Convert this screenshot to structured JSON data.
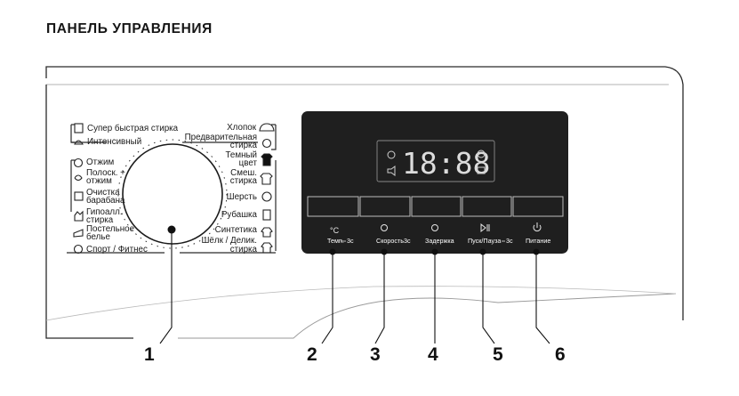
{
  "heading": "ПАНЕЛЬ УПРАВЛЕНИЯ",
  "display": {
    "digits": "18:88"
  },
  "programs_left": [
    {
      "text": "Супер быстрая стирка",
      "icon": "super-fast-icon"
    },
    {
      "text": "Интенсивный",
      "icon": "intensive-icon"
    },
    {
      "text": "Отжим",
      "icon": "spin-icon"
    },
    {
      "text": "Полоск. +",
      "icon": "rinse-icon"
    },
    {
      "text": "отжим",
      "icon": ""
    },
    {
      "text": "Очистка",
      "icon": "drum-clean-icon"
    },
    {
      "text": "барабана",
      "icon": ""
    },
    {
      "text": "Гипоалл.",
      "icon": "hypoallergenic-icon"
    },
    {
      "text": "стирка",
      "icon": ""
    },
    {
      "text": "Постельное",
      "icon": "bedding-icon"
    },
    {
      "text": "белье",
      "icon": ""
    },
    {
      "text": "Спорт / Фитнес",
      "icon": "sport-icon"
    }
  ],
  "programs_right": [
    {
      "text": "Хлопок",
      "icon": "cotton-icon"
    },
    {
      "text": "Предварительная",
      "icon": "prewash-icon"
    },
    {
      "text": "стирка",
      "icon": ""
    },
    {
      "text": "Темный",
      "icon": "dark-clothes-icon"
    },
    {
      "text": "цвет",
      "icon": ""
    },
    {
      "text": "Смеш.",
      "icon": "mixed-icon"
    },
    {
      "text": "стирка",
      "icon": ""
    },
    {
      "text": "Шерсть",
      "icon": "wool-icon"
    },
    {
      "text": "Рубашка",
      "icon": "shirt-icon"
    },
    {
      "text": "Синтетика",
      "icon": "synthetics-icon"
    },
    {
      "text": "Шёлк / Делик.",
      "icon": "silk-icon"
    },
    {
      "text": "стирка",
      "icon": ""
    }
  ],
  "buttons": [
    {
      "label": "Темп.",
      "hold": "3с",
      "icon": "temperature-icon"
    },
    {
      "label": "Скорость",
      "hold": "3с",
      "icon": "speed-icon"
    },
    {
      "label": "Задержка",
      "hold": "",
      "icon": "delay-icon"
    },
    {
      "label": "Пуск/Пауза",
      "hold": "3с",
      "icon": "play-pause-icon"
    },
    {
      "label": "Питание",
      "hold": "",
      "icon": "power-icon"
    }
  ],
  "callouts": [
    "1",
    "2",
    "3",
    "4",
    "5",
    "6"
  ],
  "colors": {
    "display_panel": "#1f1f1f",
    "segment": "#dcdcdc",
    "ink": "#1a1a1a"
  }
}
